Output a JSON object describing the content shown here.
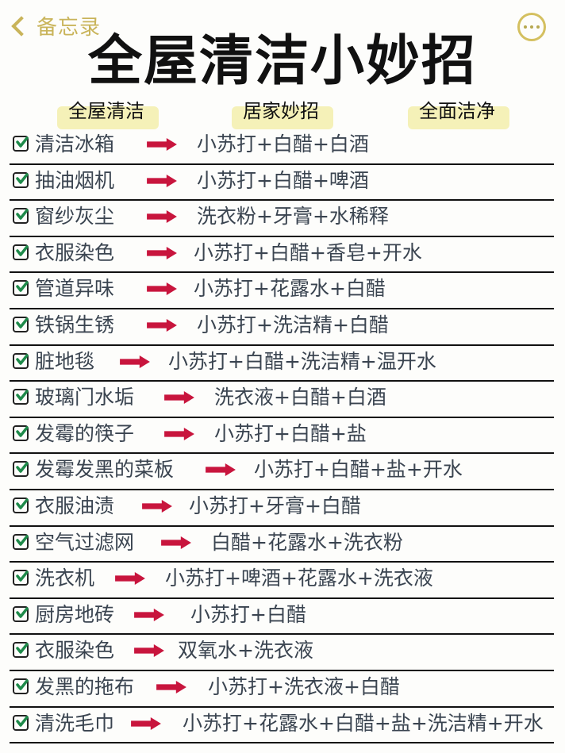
{
  "topbar": {
    "back_label": "备忘录",
    "more_icon": "ellipsis-circle-icon"
  },
  "title": "全屋清洁小妙招",
  "subtitles": [
    "全屋清洁",
    "居家妙招",
    "全面洁净"
  ],
  "colors": {
    "accent_gold": "#c9b45a",
    "arrow_red": "#c8153d",
    "check_green": "#1e8a4a",
    "highlight_yellow": "#f4efb0",
    "text": "#3a4450"
  },
  "rows": [
    {
      "item": "清洁冰箱",
      "remedy": "小苏打+白醋+白酒"
    },
    {
      "item": "抽油烟机",
      "remedy": "小苏打+白醋+啤酒"
    },
    {
      "item": "窗纱灰尘",
      "remedy": "洗衣粉+牙膏+水稀释"
    },
    {
      "item": "衣服染色",
      "remedy": "小苏打+白醋+香皂+开水"
    },
    {
      "item": "管道异味",
      "remedy": "小苏打+花露水+白醋"
    },
    {
      "item": "铁锅生锈",
      "remedy": "小苏打+洗洁精+白醋"
    },
    {
      "item": "脏地毯",
      "remedy": "小苏打+白醋+洗洁精+温开水"
    },
    {
      "item": "玻璃门水垢",
      "remedy": "洗衣液+白醋+白酒"
    },
    {
      "item": "发霉的筷子",
      "remedy": "小苏打+白醋+盐"
    },
    {
      "item": "发霉发黑的菜板",
      "remedy": "小苏打+白醋+盐+开水"
    },
    {
      "item": "衣服油渍",
      "remedy": "小苏打+牙膏+白醋"
    },
    {
      "item": "空气过滤网",
      "remedy": "白醋+花露水+洗衣粉"
    },
    {
      "item": "洗衣机",
      "remedy": "小苏打+啤酒+花露水+洗衣液"
    },
    {
      "item": "厨房地砖",
      "remedy": "小苏打+白醋"
    },
    {
      "item": "衣服染色",
      "remedy": "双氧水+洗衣液"
    },
    {
      "item": "发黑的拖布",
      "remedy": "小苏打+洗衣液+白醋"
    },
    {
      "item": "清洗毛巾",
      "remedy": "小苏打+花露水+白醋+盐+洗洁精+开水"
    }
  ]
}
